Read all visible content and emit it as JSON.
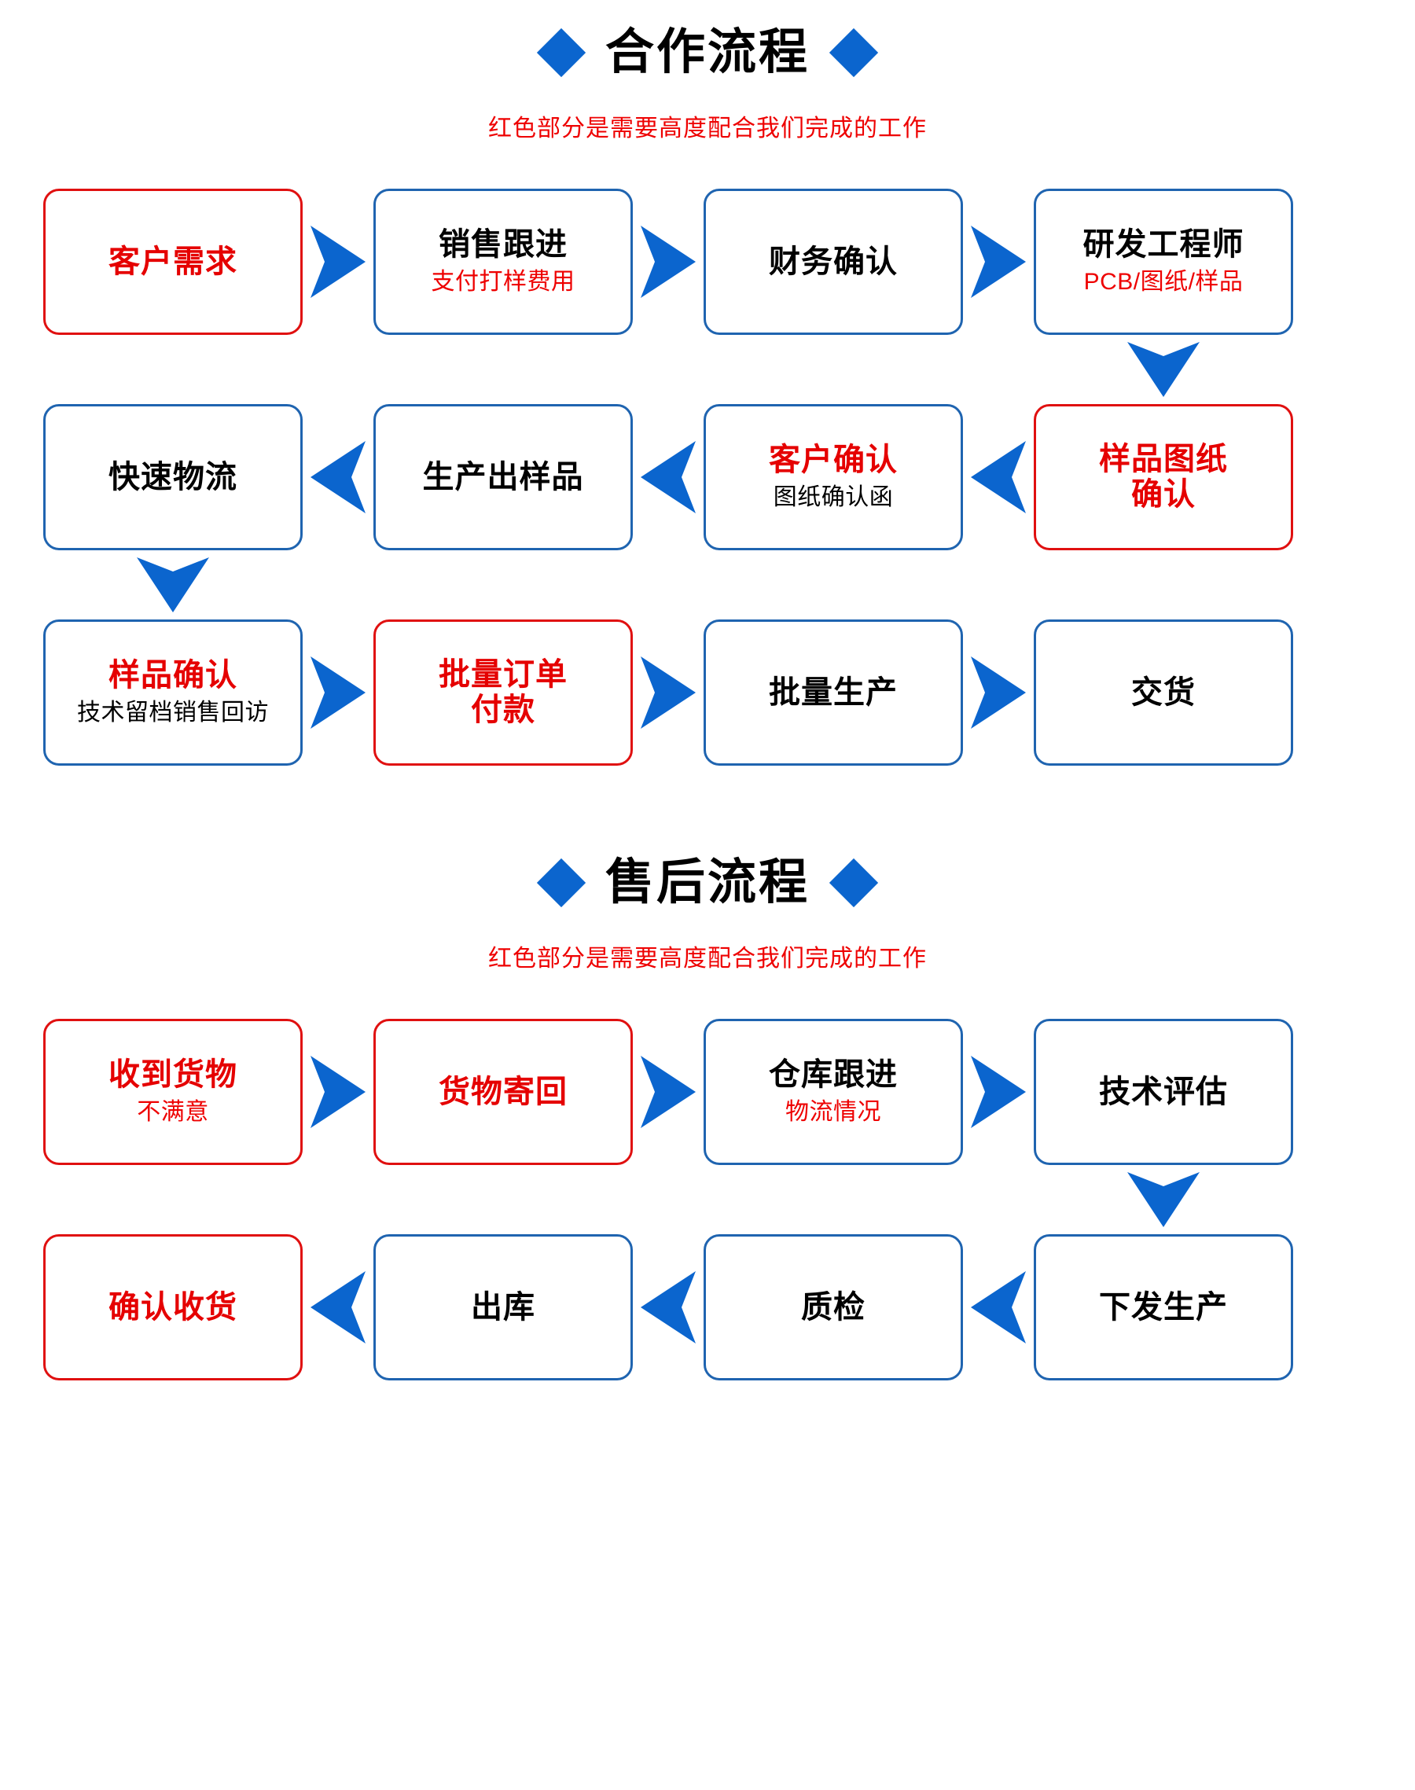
{
  "colors": {
    "blue": "#0b65ce",
    "box_blue": "#1f64b0",
    "red": "#e50000",
    "black": "#000000",
    "background": "#ffffff"
  },
  "sections": [
    {
      "id": "cooperation",
      "heading": "合作流程",
      "subheading": "红色部分是需要高度配合我们完成的工作",
      "left_diamond_icon": "diamond-icon",
      "right_diamond_icon": "diamond-icon",
      "rows": [
        {
          "direction": "right",
          "nodes": [
            {
              "title": "客户需求",
              "title_color": "red",
              "border": "red",
              "sub": "",
              "sub_color": "red"
            },
            {
              "title": "销售跟进",
              "title_color": "black",
              "border": "blue",
              "sub": "支付打样费用",
              "sub_color": "red"
            },
            {
              "title": "财务确认",
              "title_color": "black",
              "border": "blue",
              "sub": "",
              "sub_color": "red"
            },
            {
              "title": "研发工程师",
              "title_color": "black",
              "border": "blue",
              "sub": "PCB/图纸/样品",
              "sub_color": "red"
            }
          ]
        },
        {
          "direction": "left",
          "nodes": [
            {
              "title": "快速物流",
              "title_color": "black",
              "border": "blue",
              "sub": "",
              "sub_color": "black"
            },
            {
              "title": "生产出样品",
              "title_color": "black",
              "border": "blue",
              "sub": "",
              "sub_color": "black"
            },
            {
              "title": "客户确认",
              "title_color": "red",
              "border": "blue",
              "sub": "图纸确认函",
              "sub_color": "black"
            },
            {
              "title": "样品图纸\n确认",
              "title_color": "red",
              "border": "red",
              "sub": "",
              "sub_color": "black"
            }
          ]
        },
        {
          "direction": "right",
          "nodes": [
            {
              "title": "样品确认",
              "title_color": "red",
              "border": "blue",
              "sub": "技术留档销售回访",
              "sub_color": "black"
            },
            {
              "title": "批量订单\n付款",
              "title_color": "red",
              "border": "red",
              "sub": "",
              "sub_color": "black"
            },
            {
              "title": "批量生产",
              "title_color": "black",
              "border": "blue",
              "sub": "",
              "sub_color": "black"
            },
            {
              "title": "交货",
              "title_color": "black",
              "border": "blue",
              "sub": "",
              "sub_color": "black"
            }
          ]
        }
      ],
      "down_arrows": [
        {
          "after_row": 0,
          "column": 3,
          "icon": "arrow-down-icon"
        },
        {
          "after_row": 1,
          "column": 0,
          "icon": "arrow-down-icon"
        }
      ]
    },
    {
      "id": "after-sales",
      "heading": "售后流程",
      "subheading": "红色部分是需要高度配合我们完成的工作",
      "left_diamond_icon": "diamond-icon",
      "right_diamond_icon": "diamond-icon",
      "rows": [
        {
          "direction": "right",
          "nodes": [
            {
              "title": "收到货物",
              "title_color": "red",
              "border": "red",
              "sub": "不满意",
              "sub_color": "red"
            },
            {
              "title": "货物寄回",
              "title_color": "red",
              "border": "red",
              "sub": "",
              "sub_color": "red"
            },
            {
              "title": "仓库跟进",
              "title_color": "black",
              "border": "blue",
              "sub": "物流情况",
              "sub_color": "red"
            },
            {
              "title": "技术评估",
              "title_color": "black",
              "border": "blue",
              "sub": "",
              "sub_color": "red"
            }
          ]
        },
        {
          "direction": "left",
          "nodes": [
            {
              "title": "确认收货",
              "title_color": "red",
              "border": "red",
              "sub": "",
              "sub_color": "black"
            },
            {
              "title": "出库",
              "title_color": "black",
              "border": "blue",
              "sub": "",
              "sub_color": "black"
            },
            {
              "title": "质检",
              "title_color": "black",
              "border": "blue",
              "sub": "",
              "sub_color": "black"
            },
            {
              "title": "下发生产",
              "title_color": "black",
              "border": "blue",
              "sub": "",
              "sub_color": "black"
            }
          ]
        }
      ],
      "down_arrows": [
        {
          "after_row": 0,
          "column": 3,
          "icon": "arrow-down-icon"
        }
      ]
    }
  ]
}
